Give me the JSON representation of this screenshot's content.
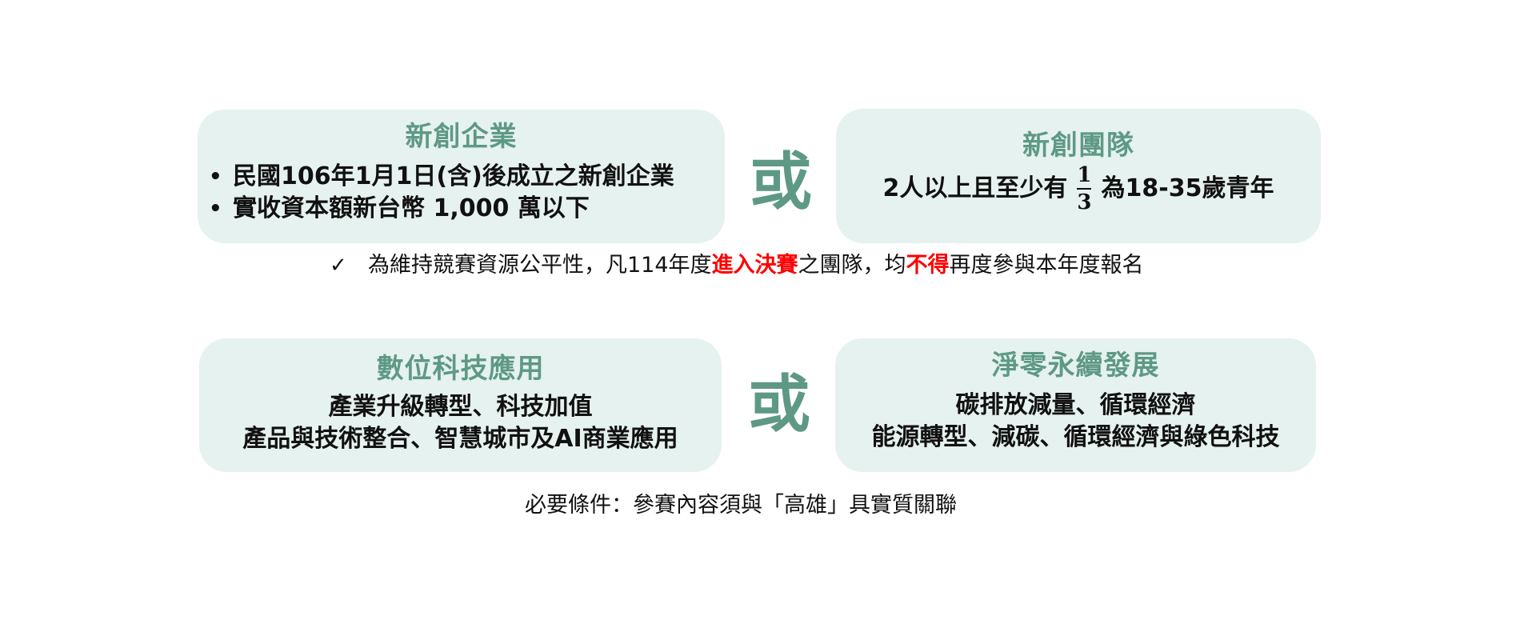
{
  "colors": {
    "accent_green": "#5e9985",
    "box_background": "#e6f2ef",
    "highlight_red": "#ff0000",
    "text": "#111111"
  },
  "row1": {
    "left_box": {
      "title": "新創企業",
      "bullets": [
        "民國106年1月1日(含)後成立之新創企業",
        "實收資本額新台幣 1,000 萬以下"
      ],
      "bullet_symbol": "•"
    },
    "or_label": "或",
    "right_box": {
      "title": "新創團隊",
      "line_prefix": "2人以上且至少有",
      "fraction_numerator": "1",
      "fraction_denominator": "3",
      "line_suffix": "為18-35歲青年"
    }
  },
  "notice": {
    "check_icon": "✓",
    "part1": "為維持競賽資源公平性，凡114年度",
    "highlight1": "進入決賽",
    "part2": "之團隊，均",
    "highlight2": "不得",
    "part3": "再度參與本年度報名"
  },
  "row2": {
    "left_box": {
      "title": "數位科技應用",
      "lines": [
        "產業升級轉型、科技加值",
        "產品與技術整合、智慧城市及AI商業應用"
      ]
    },
    "or_label": "或",
    "right_box": {
      "title": "淨零永續發展",
      "lines": [
        "碳排放減量、循環經濟",
        "能源轉型、減碳、循環經濟與綠色科技"
      ]
    }
  },
  "requirement": {
    "text": "必要條件：參賽內容須與「高雄」具實質關聯"
  }
}
